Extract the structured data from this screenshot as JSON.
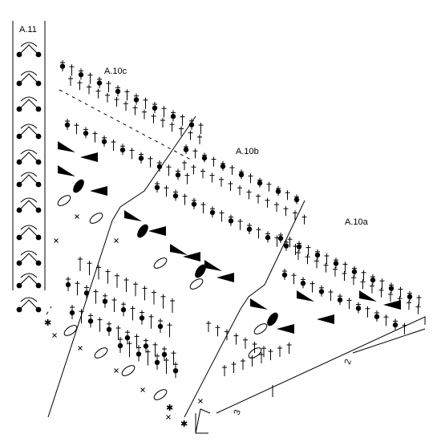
{
  "chart_labels": {
    "a11": "A.11",
    "a10c": "A.10c",
    "a10b": "A.10b",
    "a10a": "A.10a"
  },
  "ruler": {
    "row_number_a": "2",
    "row_number_b": "3"
  },
  "colors": {
    "ink": "#000000",
    "background": "#ffffff"
  }
}
